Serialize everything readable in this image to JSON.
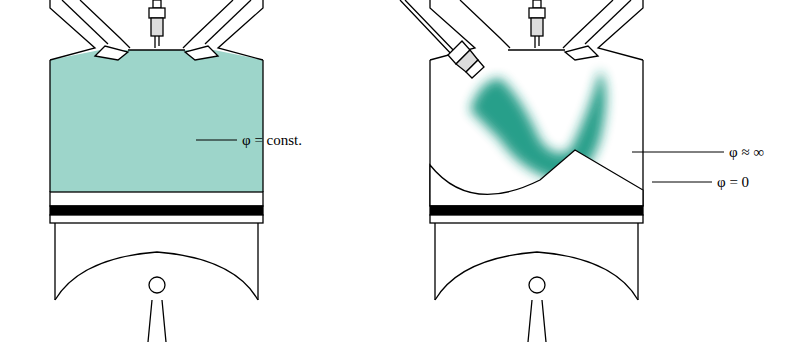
{
  "diagram": {
    "labels": [
      "φ = const.",
      "φ ≈ ∞",
      "φ = 0"
    ]
  }
}
